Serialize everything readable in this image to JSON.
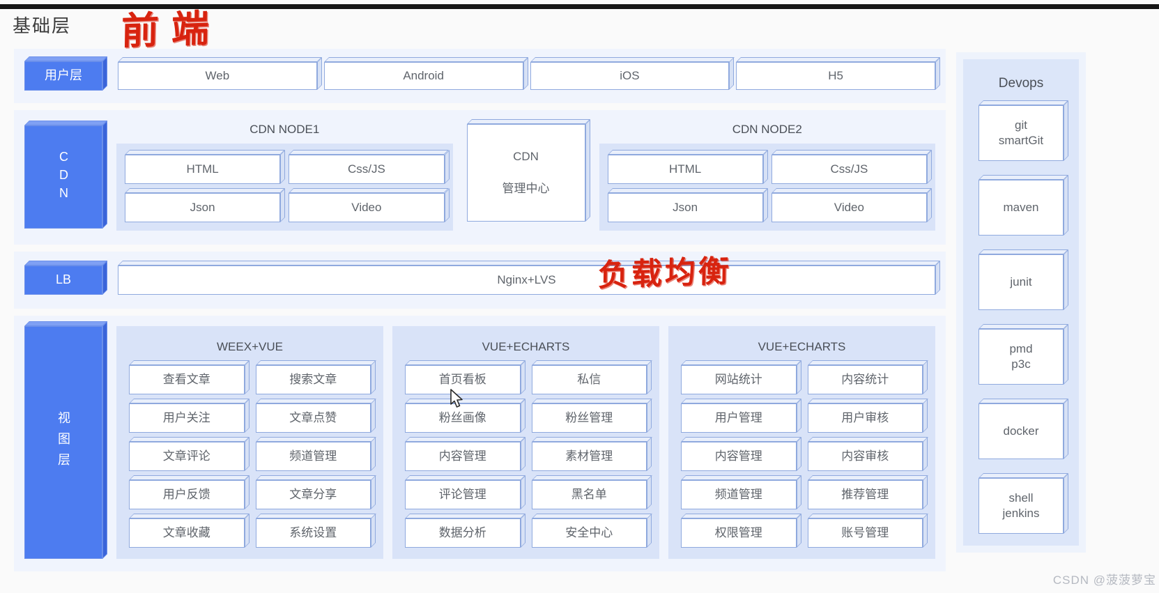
{
  "page": {
    "title": "基础层",
    "watermark": "CSDN @菠菠萝宝"
  },
  "annotations": {
    "frontend": "前端",
    "load_balance": "负载均衡",
    "ink_color": "#d8230f"
  },
  "user_layer": {
    "label": "用户层",
    "boxes": [
      "Web",
      "Android",
      "iOS",
      "H5"
    ]
  },
  "cdn_layer": {
    "label": "CDN",
    "node1": {
      "title": "CDN NODE1",
      "boxes": [
        "HTML",
        "Css/JS",
        "Json",
        "Video"
      ]
    },
    "center": {
      "lines": [
        "CDN",
        "管理中心"
      ]
    },
    "node2": {
      "title": "CDN NODE2",
      "boxes": [
        "HTML",
        "Css/JS",
        "Json",
        "Video"
      ]
    }
  },
  "lb_layer": {
    "label": "LB",
    "bar": "Nginx+LVS"
  },
  "view_layer": {
    "label": "视图层",
    "panels": [
      {
        "title": "WEEX+VUE",
        "boxes": [
          "查看文章",
          "搜索文章",
          "用户关注",
          "文章点赞",
          "文章评论",
          "频道管理",
          "用户反馈",
          "文章分享",
          "文章收藏",
          "系统设置"
        ]
      },
      {
        "title": "VUE+ECHARTS",
        "boxes": [
          "首页看板",
          "私信",
          "粉丝画像",
          "粉丝管理",
          "内容管理",
          "素材管理",
          "评论管理",
          "黑名单",
          "数据分析",
          "安全中心"
        ]
      },
      {
        "title": "VUE+ECHARTS",
        "boxes": [
          "网站统计",
          "内容统计",
          "用户管理",
          "用户审核",
          "内容管理",
          "内容审核",
          "频道管理",
          "推荐管理",
          "权限管理",
          "账号管理"
        ]
      }
    ]
  },
  "devops": {
    "title": "Devops",
    "boxes": [
      [
        "git",
        "smartGit"
      ],
      [
        "maven"
      ],
      [
        "junit"
      ],
      [
        "pmd",
        "p3c"
      ],
      [
        "docker"
      ],
      [
        "shell",
        "jenkins"
      ]
    ]
  },
  "colors": {
    "accent_blue": "#4d7cf0",
    "panel_blue": "#d9e3f8",
    "band_blue": "#f0f4fd",
    "box_border": "#8fa9de",
    "box_text_gray": "#5f646b",
    "annotation_red": "#d8230f",
    "watermark_gray": "#b5b9c1",
    "topbar_black": "#161616"
  }
}
